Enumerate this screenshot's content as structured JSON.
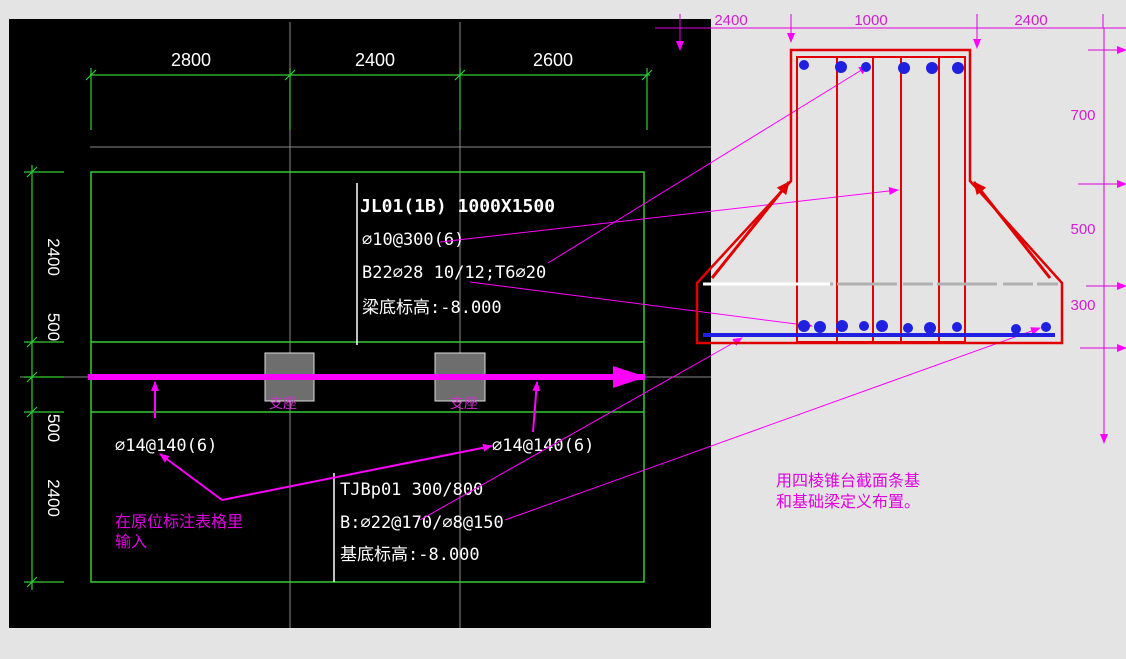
{
  "plan": {
    "top_dims": [
      "2800",
      "2400",
      "2600"
    ],
    "left_dims": [
      "2400",
      "500",
      "500",
      "2400"
    ],
    "beam_label": {
      "title": "JL01(1B) 1000X1500",
      "stirrup": "⌀10@300(6)",
      "bars": "B22⌀28 10/12;T6⌀20",
      "elevation": "梁底标高:-8.000"
    },
    "support_labels": [
      "支座",
      "支座"
    ],
    "rebar_labels": [
      "⌀14@140(6)",
      "⌀14@140(6)"
    ],
    "base_label": {
      "title": "TJBp01 300/800",
      "bars": "B:⌀22@170/⌀8@150",
      "elevation": "基底标高:-8.000"
    },
    "note": [
      "在原位标注表格里",
      "输入"
    ]
  },
  "section": {
    "top_dims": [
      "2400",
      "1000",
      "2400"
    ],
    "right_dims": [
      "700",
      "500",
      "300"
    ],
    "note": [
      "用四棱锥台截面条基",
      "和基础梁定义布置。"
    ]
  },
  "colors": {
    "cad_background": "#000000",
    "grid_green": "#33cc33",
    "annotation_magenta": "#ff00ff",
    "section_red": "#e00000",
    "rebar_blue": "#2020e0"
  }
}
